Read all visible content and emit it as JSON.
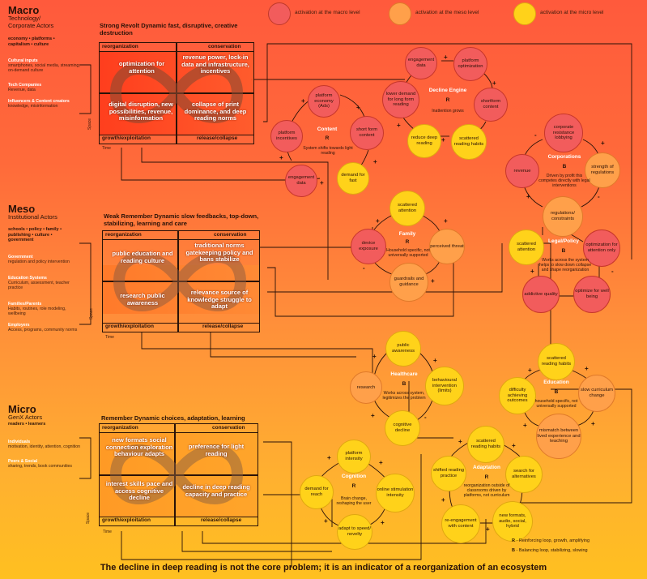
{
  "legend": {
    "macro": "activation at the macro level",
    "meso": "activation at the meso level",
    "micro": "activation at the micro level",
    "colors": {
      "macro": "#f25c5c",
      "meso": "#ffa04a",
      "micro": "#ffd21a"
    }
  },
  "levels": {
    "macro": {
      "title": "Macro",
      "subtitle": "Technology/ Corporate Actors",
      "examples": "economy • platforms • capitalism • culture",
      "items": [
        {
          "h": "Cultural inputs",
          "t": "smartphones, social media, streaming, on-demand culture"
        },
        {
          "h": "Tech Companies",
          "t": "Revenue, data"
        },
        {
          "h": "Influencers & Content creators",
          "t": "knowledge, misinformation"
        }
      ]
    },
    "meso": {
      "title": "Meso",
      "subtitle": "Institutional Actors",
      "examples": "schools • policy • family • publishing • culture • government",
      "items": [
        {
          "h": "Government",
          "t": "regulation and policy intervention"
        },
        {
          "h": "Education Systems",
          "t": "Curriculum, assessment, teacher practice"
        },
        {
          "h": "Families/Parents",
          "t": "Habits, routines, role modeling, wellbeing"
        },
        {
          "h": "Employers",
          "t": "Access, programs, community norms"
        }
      ]
    },
    "micro": {
      "title": "Micro",
      "subtitle": "GenX Actors",
      "examples": "readers • learners",
      "items": [
        {
          "h": "Individuals",
          "t": "motivation, identity, attention, cognition"
        },
        {
          "h": "Peers & Social",
          "t": "sharing, trends, book communities"
        }
      ]
    }
  },
  "panels": {
    "macro": {
      "title_bold": "Strong Revolt Dynamic",
      "title_rest": " fast, disruptive, creative destruction",
      "reorganization": "reorganization",
      "conservation": "conservation",
      "growth": "growth/exploitation",
      "release": "release/collapse",
      "q1": "optimization for attention",
      "q2": "revenue power, lock-in data and infrastructure, incentives",
      "q3": "digital disruption, new possibilities, revenue, misinformation",
      "q4": "collapse of print dominance, and deep reading norms",
      "space": "Space",
      "time": "Time"
    },
    "meso": {
      "title_bold": "Weak Remember Dynamic",
      "title_rest": " slow feedbacks, top-down, stabilizing, learning and care",
      "reorganization": "reorganization",
      "conservation": "conservation",
      "growth": "growth/exploitation",
      "release": "release/collapse",
      "q1": "public education and reading culture",
      "q2": "traditional norms gatekeeping policy and bans stabilize",
      "q3": "research public awareness",
      "q4": "relevance source of knowledge struggle to adapt",
      "space": "Space",
      "time": "Time"
    },
    "micro": {
      "title_bold": "Remember Dynamic",
      "title_rest": " choices, adaptation, learning",
      "reorganization": "reorganization",
      "conservation": "conservation",
      "growth": "growth/exploitation",
      "release": "release/collapse",
      "q1": "new formats social connection exploration behaviour adapts",
      "q2": "preference for light reading",
      "q3": "interest skills pace and access cognitive decline",
      "q4": "decline in deep reading capacity and practice",
      "space": "Space",
      "time": "Time"
    }
  },
  "loops": {
    "content": {
      "title": "Content",
      "type": "R",
      "desc": "System shifts towards light reading"
    },
    "decline": {
      "title": "Decline Engine",
      "type": "R",
      "desc": "Inattention grows"
    },
    "corporations": {
      "title": "Corporations",
      "type": "B",
      "desc": "Driven by profit this competes directly with legal interventions"
    },
    "family": {
      "title": "Family",
      "type": "R",
      "desc": "Household specific, not universally supported"
    },
    "legal": {
      "title": "Legal/Policy",
      "type": "B",
      "desc": "Works across the system helps to slow down collapse and shape reorganization"
    },
    "healthcare": {
      "title": "Healthcare",
      "type": "B",
      "desc": "Works across system, legitimizes the problem"
    },
    "education": {
      "title": "Education",
      "type": "B",
      "desc": "household specific, not universally supported"
    },
    "cognition": {
      "title": "Cognition",
      "type": "R",
      "desc": "Brain change, reshaping the user"
    },
    "adaptation": {
      "title": "Adaptation",
      "type": "R",
      "desc": "reorganization outside of classrooms driven by platforms, not curriculum"
    }
  },
  "nodes": {
    "platform_economy": "platform economy (Ads)",
    "platform_incentives": "platform incentives",
    "short_form_content": "short form content",
    "engagement_data": "engagement data",
    "demand_for_fast": "demand for fast",
    "engagement_data2": "engagement data",
    "platform_optimization": "platform optimization",
    "lower_demand": "lower demand for long form reading",
    "shortform_content": "shortform content",
    "reduce_deep_reading": "reduce deep reading",
    "scattered_reading_habits": "scattered reading habits",
    "corporate_lobbying": "corporate resistance lobbying",
    "revenue": "revenue",
    "strength_regulations": "strength of regulations",
    "regulations_constraints": "regulations/ constraints",
    "scattered_attention": "scattered attention",
    "device_exposure": "device exposure",
    "perceived_threat": "perceived threat",
    "guardrails": "guardrails and guidance",
    "scattered_attention2": "scattered attention",
    "optimization_attention": "optimization for attention only",
    "addictive_quality": "addictive quality",
    "optimize_wellbeing": "optimize for well being",
    "public_awareness": "public awareness",
    "research": "research",
    "behavioural_intervention": "behavioural intervention (limits)",
    "cognitive_decline": "cognitive decline",
    "scattered_reading_habits2": "scattered reading habits",
    "difficulty_achieving": "difficulty achieving outcomes",
    "slow_curriculum": "slow curriculum change",
    "mismatch": "mismatch between lived experience and teaching",
    "platform_intensity": "platform intensity",
    "demand_for_reach": "demand for reach",
    "online_stimulation": "online stimulation intensity",
    "adapt_speed": "adapt to speed/ novelty",
    "scattered_reading_habits3": "scattered reading habits",
    "shifted_reading": "shifted reading practice",
    "search_alternatives": "search for alternatives",
    "reengagement": "re-engagement with content",
    "new_formats": "new formats, audio, social, hybrid"
  },
  "loop_legend": {
    "R": "R",
    "R_text": " - Reinforcing loop, growth, amplifying",
    "B": "B",
    "B_text": " - Balancing loop, stabilizing, slowing"
  },
  "footer": "The decline in deep reading is not the core problem; it is an indicator of a reorganization of an ecosystem"
}
